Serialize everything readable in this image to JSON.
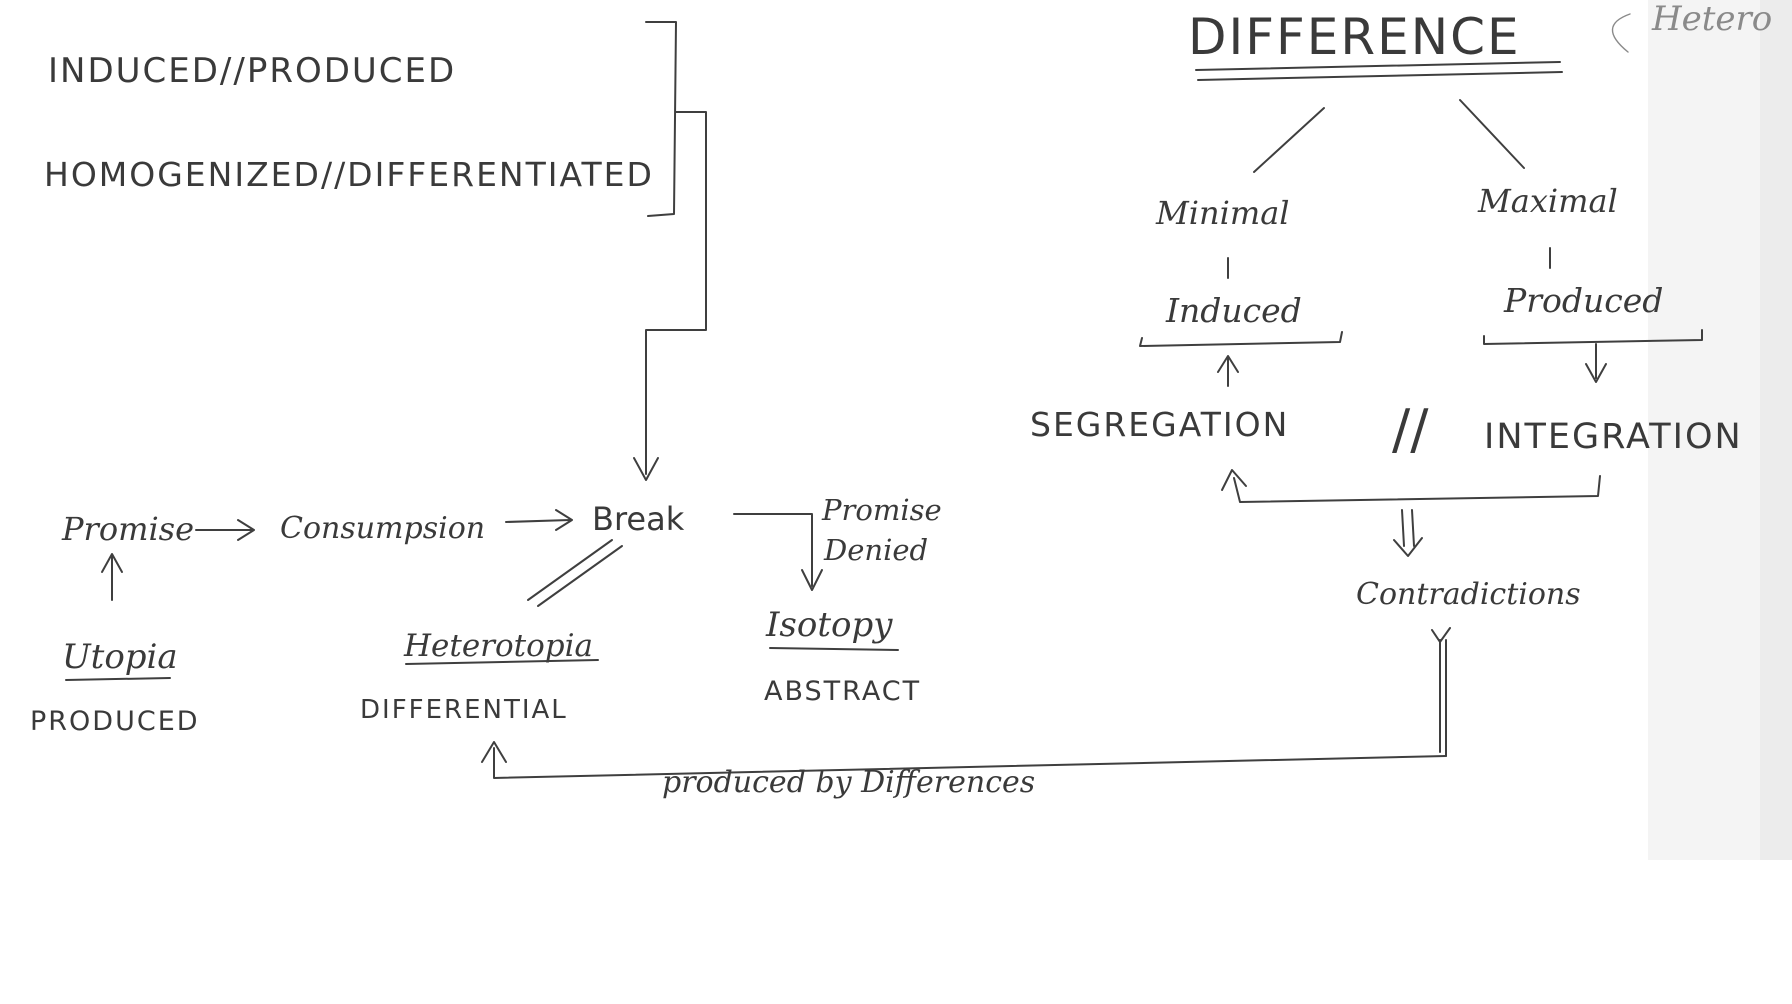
{
  "top_left": {
    "line1": "INDUCED//PRODUCED",
    "line2": "HOMOGENIZED//DIFFERENTIATED"
  },
  "flow": {
    "promise": "Promise",
    "consumption": "Consumpsion",
    "break": "Break",
    "promise_denied_1": "Promise",
    "promise_denied_2": "Denied"
  },
  "outcomes": {
    "utopia": "Utopia",
    "utopia_sub": "PRODUCED",
    "heterotopia": "Heterotopia",
    "heterotopia_sub": "DIFFERENTIAL",
    "isotopy": "Isotopy",
    "isotopy_sub": "ABSTRACT"
  },
  "difference_tree": {
    "title": "DIFFERENCE",
    "margin_note": "Hetero",
    "minimal": "Minimal",
    "maximal": "Maximal",
    "induced": "Induced",
    "produced": "Produced",
    "segregation": "SEGREGATION",
    "separator": "//",
    "integration": "INTEGRATION",
    "contradictions": "Contradictions"
  },
  "bottom_link": {
    "label": "produced by Differences"
  }
}
